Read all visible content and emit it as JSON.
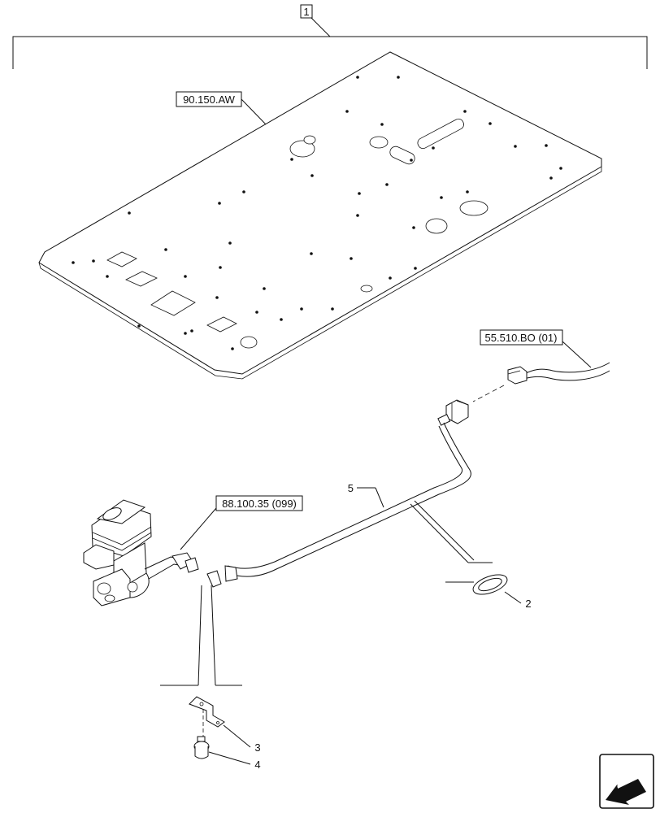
{
  "callouts": {
    "assembly": "1",
    "floor_plate_ref": "90.150.AW",
    "harness_ref": "55.510.BO (01)",
    "valve_ref": "88.100.35 (099)"
  },
  "items": {
    "grommet": "2",
    "bracket": "3",
    "screw": "4",
    "harness": "5"
  },
  "nav": {
    "icon": "next-page-arrow-icon"
  }
}
